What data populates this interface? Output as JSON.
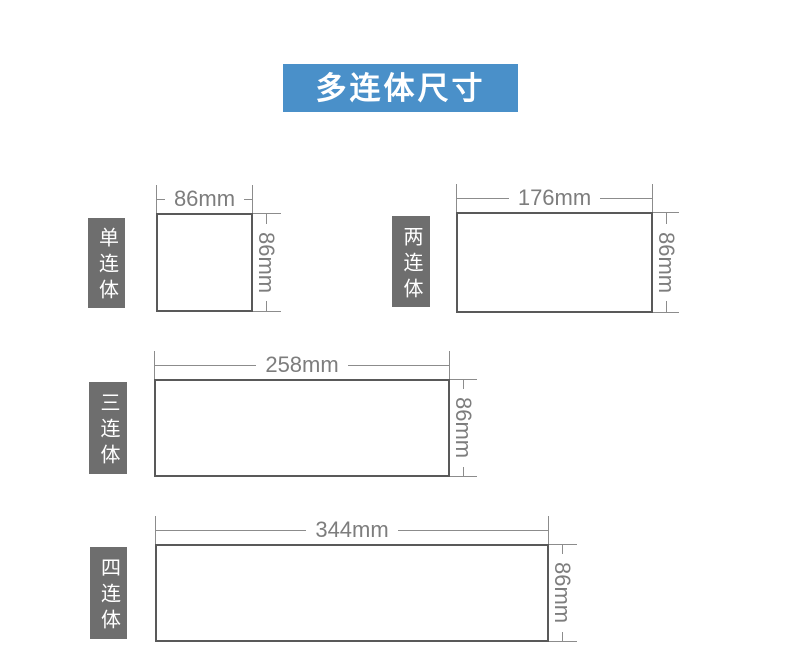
{
  "title": "多连体尺寸",
  "colors": {
    "bg": "#ffffff",
    "banner": "#4a90c9",
    "label_bg": "#6e6e6e",
    "outline": "#595959",
    "dim_line": "#8c8c8c",
    "dim_text": "#7d7d7d"
  },
  "diagrams": [
    {
      "name": "单连体",
      "width_label": "86mm",
      "height_label": "86mm",
      "width_mm": 86,
      "height_mm": 86
    },
    {
      "name": "两连体",
      "width_label": "176mm",
      "height_label": "86mm",
      "width_mm": 176,
      "height_mm": 86
    },
    {
      "name": "三连体",
      "width_label": "258mm",
      "height_label": "86mm",
      "width_mm": 258,
      "height_mm": 86
    },
    {
      "name": "四连体",
      "width_label": "344mm",
      "height_label": "86mm",
      "width_mm": 344,
      "height_mm": 86
    }
  ]
}
